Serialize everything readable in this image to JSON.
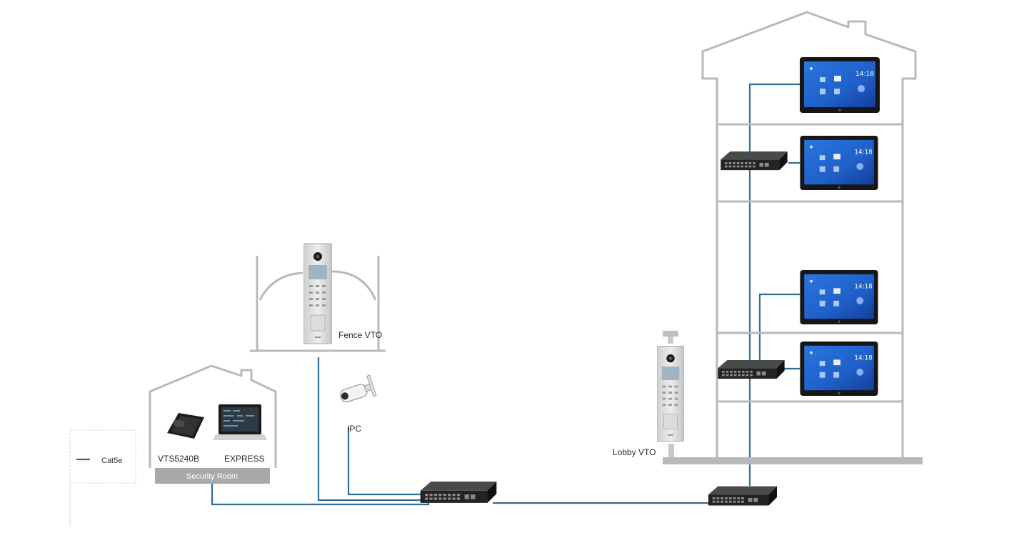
{
  "labels": {
    "fence_vto": "Fence VTO",
    "lobby_vto": "Lobby VTO",
    "ipc": "IPC",
    "vts": "VTS5240B",
    "express": "EXPRESS",
    "security_room": "Security Room",
    "legend_cat5e": "Cat5e"
  },
  "colors": {
    "cable": "#2f6d95",
    "outline": "#b9b9b9",
    "switch_body": "#2b2b2b",
    "security_bar": "#a9a9a9",
    "monitor_screen": "#1f5fc9"
  },
  "icons": {
    "switch": "network-switch-icon",
    "monitor": "indoor-monitor-icon",
    "vto": "door-station-icon",
    "camera": "bullet-camera-icon",
    "vts": "desk-station-icon",
    "laptop": "laptop-icon"
  }
}
